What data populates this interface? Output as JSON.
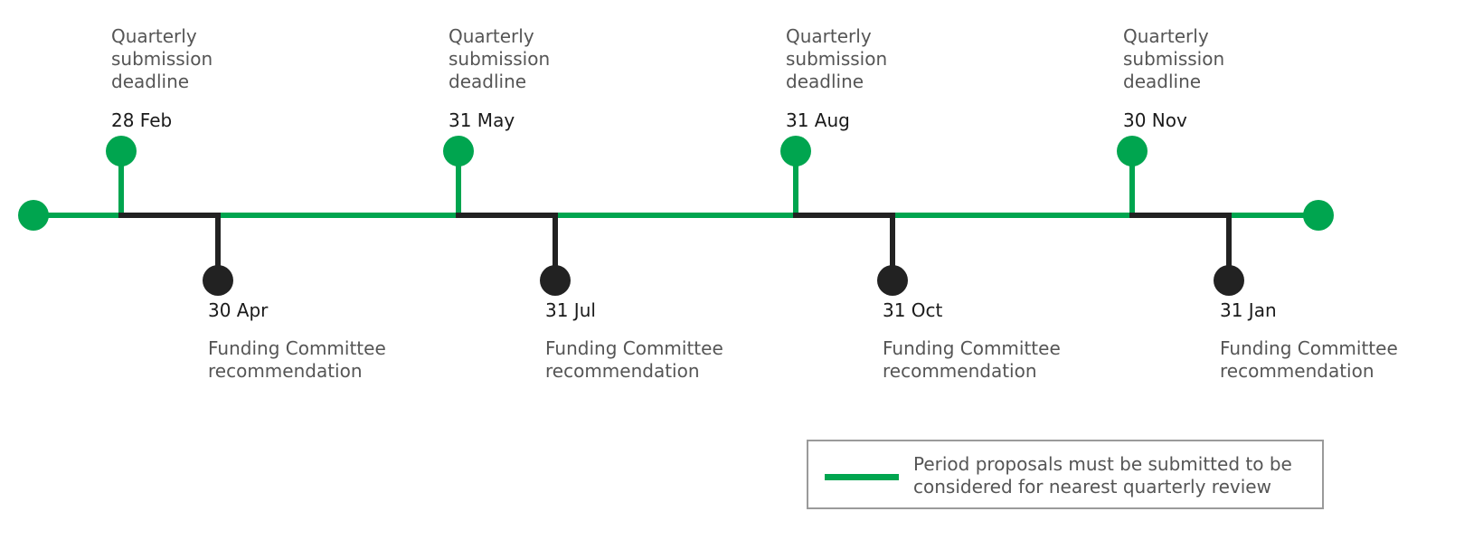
{
  "colors": {
    "submission": "#00a54f",
    "committee": "#222222",
    "desc_text": "#555555",
    "legend_border": "#9a9a9a"
  },
  "submissions": [
    {
      "desc_line1": "Quarterly",
      "desc_line2": "submission",
      "desc_line3": "deadline",
      "date": "28 Feb"
    },
    {
      "desc_line1": "Quarterly",
      "desc_line2": "submission",
      "desc_line3": "deadline",
      "date": "31 May"
    },
    {
      "desc_line1": "Quarterly",
      "desc_line2": "submission",
      "desc_line3": "deadline",
      "date": "31 Aug"
    },
    {
      "desc_line1": "Quarterly",
      "desc_line2": "submission",
      "desc_line3": "deadline",
      "date": "30 Nov"
    }
  ],
  "recommendations": [
    {
      "date": "30 Apr",
      "desc_line1": "Funding Committee",
      "desc_line2": "recommendation"
    },
    {
      "date": "31 Jul",
      "desc_line1": "Funding Committee",
      "desc_line2": "recommendation"
    },
    {
      "date": "31 Oct",
      "desc_line1": "Funding Committee",
      "desc_line2": "recommendation"
    },
    {
      "date": "31 Jan",
      "desc_line1": "Funding Committee",
      "desc_line2": "recommendation"
    }
  ],
  "legend": {
    "line1": "Period proposals must be submitted to be",
    "line2": "considered for nearest quarterly review"
  }
}
